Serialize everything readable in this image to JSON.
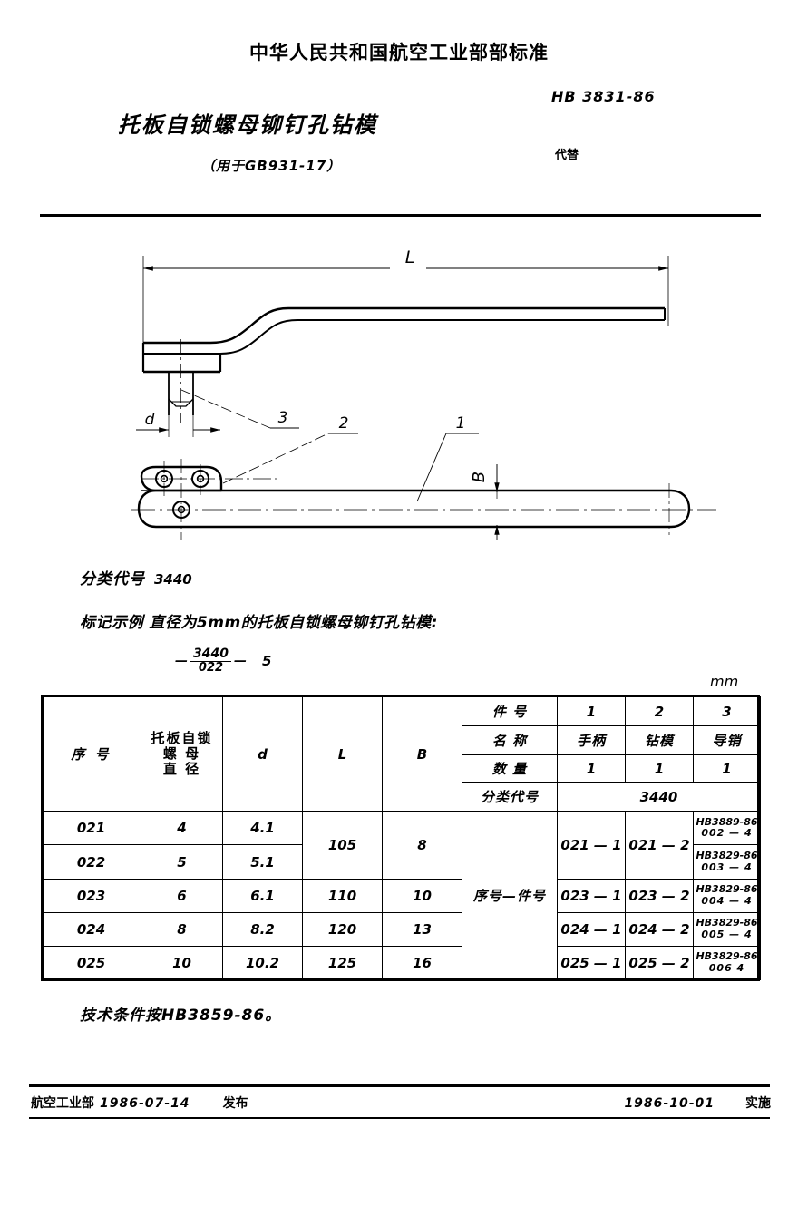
{
  "header": {
    "ministry_title": "中华人民共和国航空工业部部标准",
    "main_title": "托板自锁螺母铆钉孔钻模",
    "sub_title": "（用于GB931-17）",
    "standard_number": "HB 3831-86",
    "replaces_label": "代替"
  },
  "drawing": {
    "dim_length_label": "L",
    "dim_width_label": "B",
    "dim_diameter_label": "d",
    "callout_1": "1",
    "callout_2": "2",
    "callout_3": "3"
  },
  "notes": {
    "classification_label": "分类代号",
    "classification_value": "3440",
    "marking_example": "标记示例 直径为5mm的托板自锁螺母铆钉孔钻模:",
    "marking_numerator": "3440",
    "marking_denominator": "022",
    "marking_size": "5",
    "technical_conditions": "技术条件按HB3859-86。",
    "unit": "mm"
  },
  "table": {
    "left_headers": {
      "index": "序  号",
      "nut_diameter": "托板自锁\n螺  母\n直  径",
      "nut_diameter_l1": "托板自锁",
      "nut_diameter_l2": "螺   母",
      "nut_diameter_l3": "直   径",
      "d": "d",
      "L": "L",
      "B": "B"
    },
    "right_headers": {
      "part_no_label": "件 号",
      "name_label": "名 称",
      "qty_label": "数 量",
      "class_code_label": "分类代号",
      "class_code_value": "3440",
      "index_to_part_label": "序号—件号",
      "part_numbers": [
        "1",
        "2",
        "3"
      ],
      "part_names": [
        "手柄",
        "钻模",
        "导销"
      ],
      "quantities": [
        "1",
        "1",
        "1"
      ]
    },
    "rows": [
      {
        "index": "021",
        "nut_diameter": "4",
        "d": "4.1",
        "L": "105",
        "B": "8",
        "handle_ref": "021 — 1",
        "jig_ref": "021 — 2",
        "pin_ref_std": "HB3889-86",
        "pin_ref_code": "002 — 4"
      },
      {
        "index": "022",
        "nut_diameter": "5",
        "d": "5.1",
        "L": "105",
        "B": "8",
        "handle_ref": "021 — 1",
        "jig_ref": "021 — 2",
        "pin_ref_std": "HB3829-86",
        "pin_ref_code": "003 — 4"
      },
      {
        "index": "023",
        "nut_diameter": "6",
        "d": "6.1",
        "L": "110",
        "B": "10",
        "handle_ref": "023 — 1",
        "jig_ref": "023 — 2",
        "pin_ref_std": "HB3829-86",
        "pin_ref_code": "004 — 4"
      },
      {
        "index": "024",
        "nut_diameter": "8",
        "d": "8.2",
        "L": "120",
        "B": "13",
        "handle_ref": "024 — 1",
        "jig_ref": "024 — 2",
        "pin_ref_std": "HB3829-86",
        "pin_ref_code": "005 — 4"
      },
      {
        "index": "025",
        "nut_diameter": "10",
        "d": "10.2",
        "L": "125",
        "B": "16",
        "handle_ref": "025 — 1",
        "jig_ref": "025 — 2",
        "pin_ref_std": "HB3829-86",
        "pin_ref_code": "006   4"
      }
    ]
  },
  "footer": {
    "issuer": "航空工业部",
    "issue_date": "1986-07-14",
    "issue_action": "发布",
    "effective_date": "1986-10-01",
    "effective_action": "实施"
  }
}
